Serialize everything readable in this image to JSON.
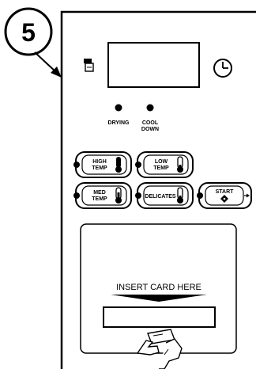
{
  "step_number": "5",
  "indicators": {
    "drying": "DRYING",
    "cool_down_line1": "COOL",
    "cool_down_line2": "DOWN"
  },
  "buttons": {
    "high_temp_line1": "HIGH",
    "high_temp_line2": "TEMP",
    "low_temp_line1": "LOW",
    "low_temp_line2": "TEMP",
    "med_temp_line1": "MED",
    "med_temp_line2": "TEMP",
    "delicates": "DELICATES",
    "start": "START"
  },
  "card_slot": {
    "label": "INSERT CARD HERE"
  },
  "icons": [
    "card-icon",
    "clock-icon",
    "thermometer-icon",
    "diamond-icon",
    "arrow-down-icon",
    "hand-with-card-icon"
  ]
}
